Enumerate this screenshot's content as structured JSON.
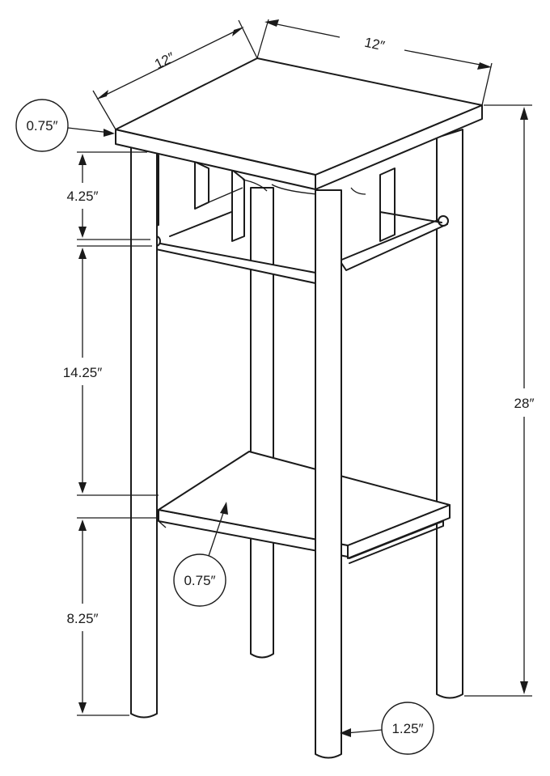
{
  "dimensions": {
    "top_depth": "12″",
    "top_width": "12″",
    "top_thickness": "0.75″",
    "apron_height": "4.25″",
    "shelf_gap": "14.25″",
    "total_height": "28″",
    "shelf_thickness": "0.75″",
    "shelf_clearance": "8.25″",
    "leg_diameter": "1.25″"
  }
}
